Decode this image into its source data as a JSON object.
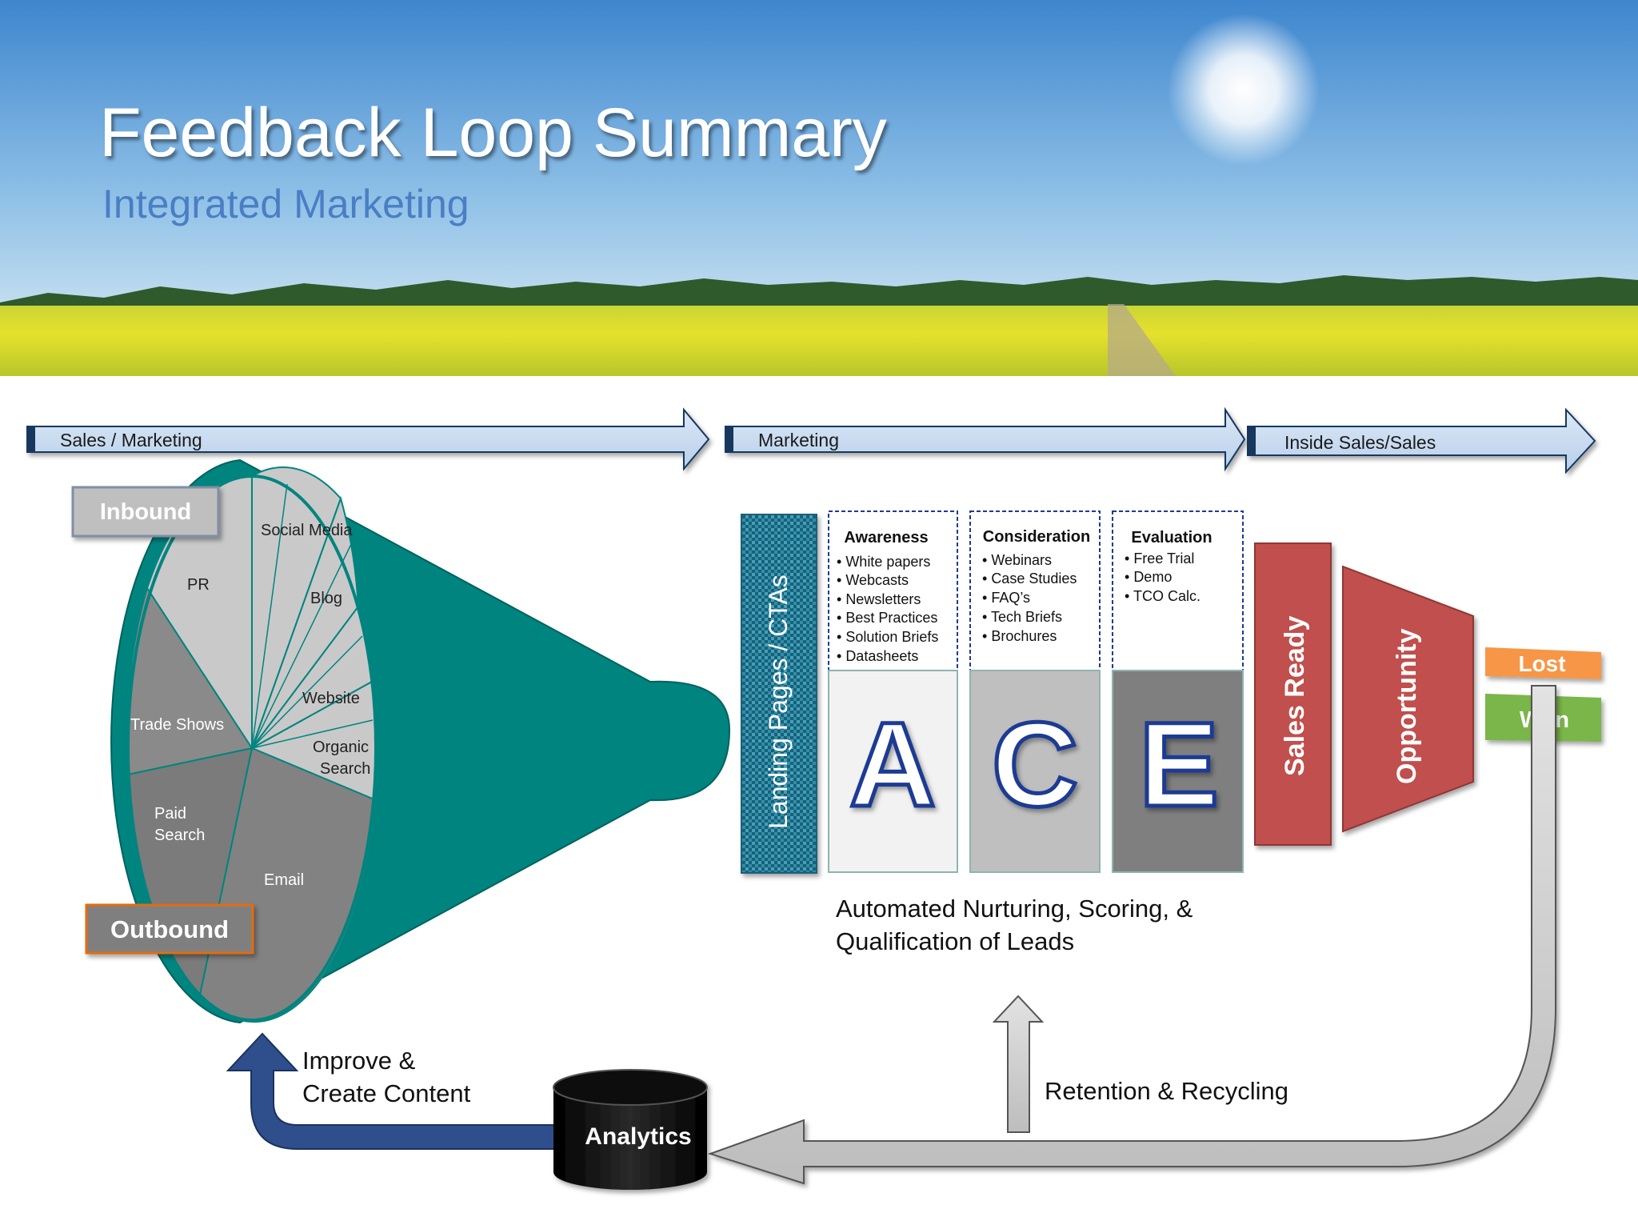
{
  "header": {
    "title": "Feedback Loop Summary",
    "subtitle": "Integrated Marketing"
  },
  "stage_arrows": [
    "Sales / Marketing",
    "Marketing",
    "Inside Sales/Sales"
  ],
  "tags": {
    "inbound": "Inbound",
    "outbound": "Outbound"
  },
  "channels": {
    "social_media": "Social Media",
    "pr": "PR",
    "blog": "Blog",
    "website": "Website",
    "organic": [
      "Organic",
      "Search"
    ],
    "trade_shows": "Trade Shows",
    "paid": [
      "Paid",
      "Search"
    ],
    "email": "Email"
  },
  "landing_pages": "Landing Pages / CTAs",
  "ace": [
    {
      "heading": "Awareness",
      "letter": "A",
      "items": [
        "White papers",
        "Webcasts",
        "Newsletters",
        "Best Practices",
        "Solution Briefs",
        "Datasheets"
      ]
    },
    {
      "heading": "Consideration",
      "letter": "C",
      "items": [
        "Webinars",
        "Case Studies",
        "FAQ’s",
        "Tech Briefs",
        "Brochures"
      ]
    },
    {
      "heading": "Evaluation",
      "letter": "E",
      "items": [
        "Free Trial",
        "Demo",
        "TCO Calc."
      ]
    }
  ],
  "sales_ready": "Sales Ready",
  "opportunity": "Opportunity",
  "outcomes": {
    "lost": "Lost",
    "won": "Won"
  },
  "nurturing": [
    "Automated  Nurturing, Scoring, &",
    "Qualification of Leads"
  ],
  "retention": "Retention & Recycling",
  "analytics": "Analytics",
  "improve": [
    "Improve &",
    "Create Content"
  ],
  "colors": {
    "teal": "#00847F",
    "sales_red": "#C0504D",
    "lost_orange": "#F79646",
    "won_green": "#7AB648",
    "ace_navy": "#1F3A93",
    "arrow_blue": "#C6D9F1",
    "return_arrow": "#2E4F8C"
  }
}
